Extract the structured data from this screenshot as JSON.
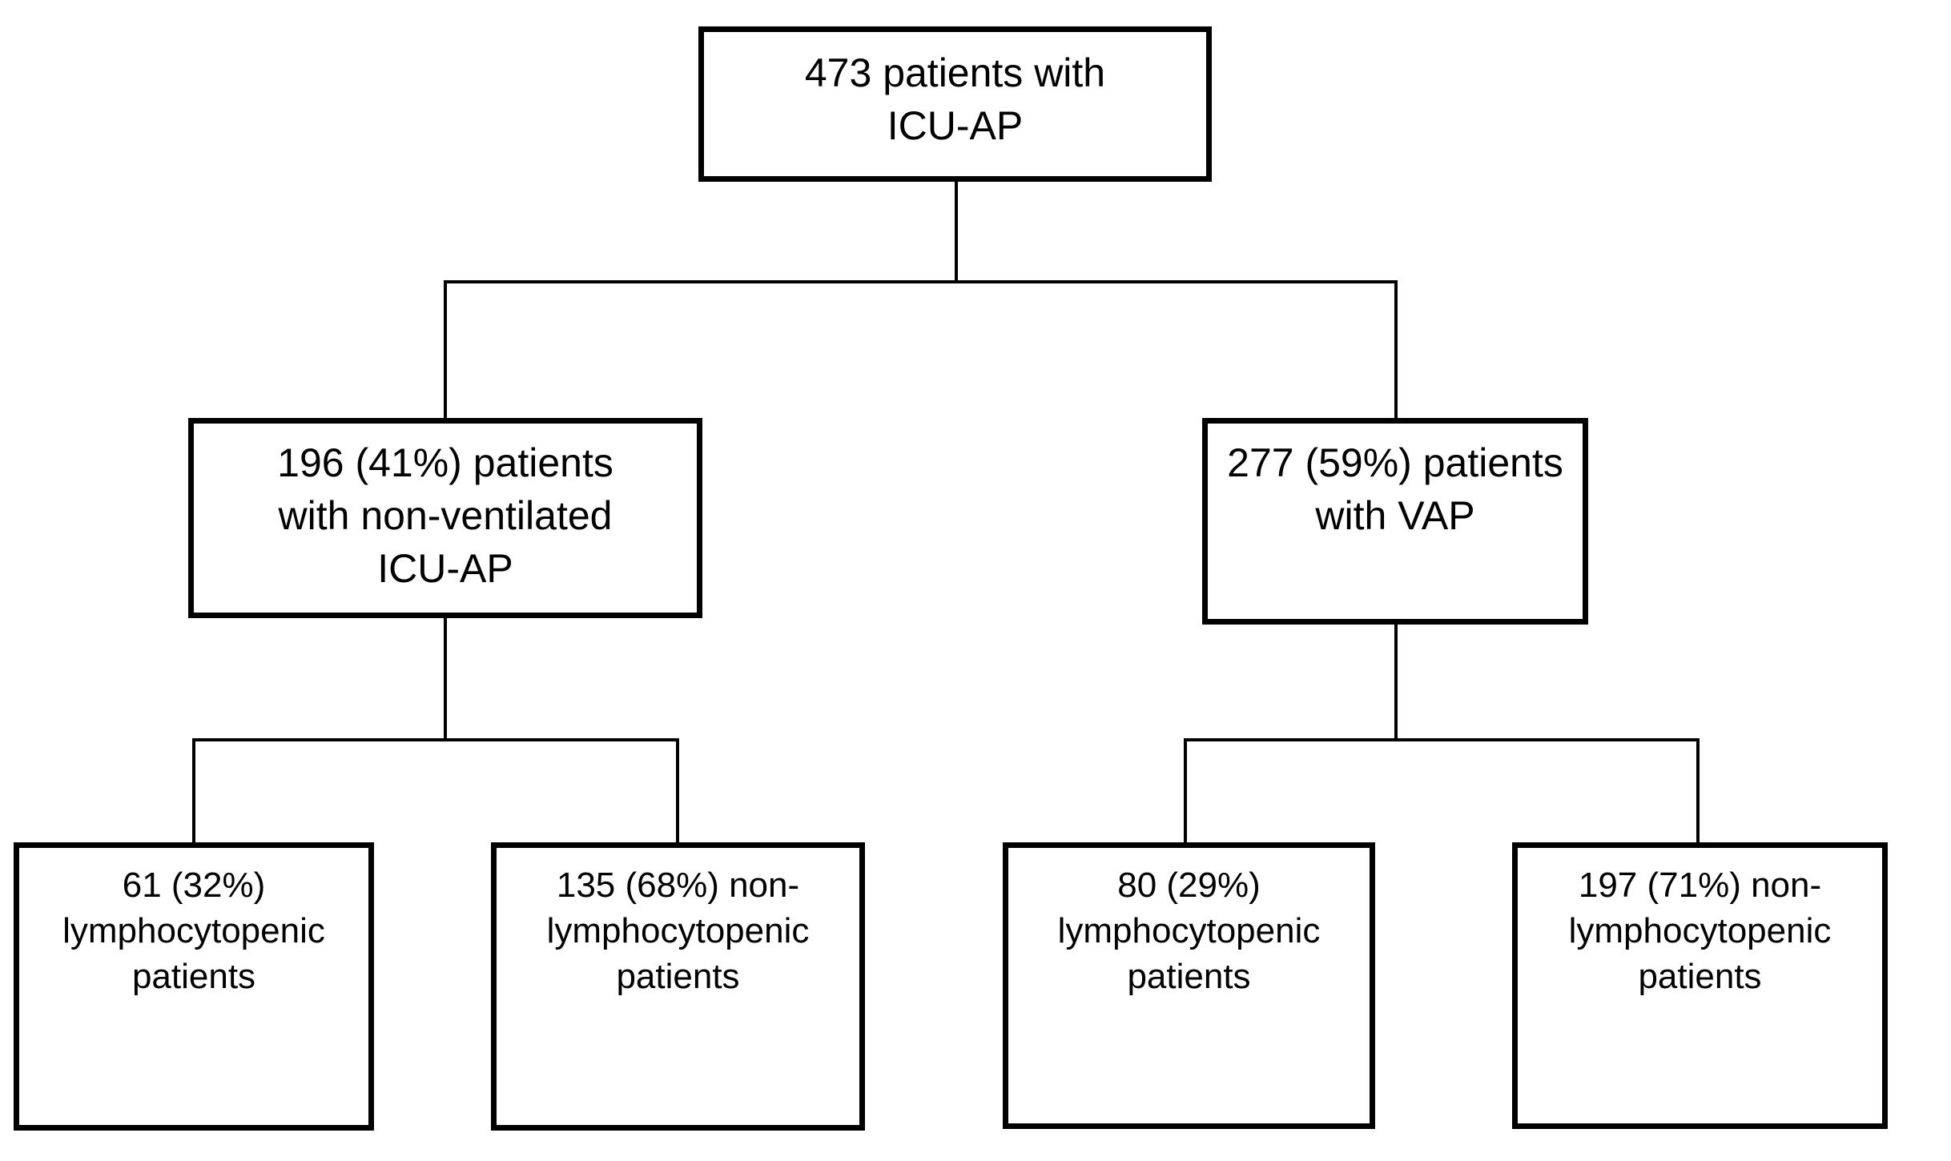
{
  "diagram": {
    "title": "473 patients with ICU-AP cohort flow diagram",
    "type": "flowchart",
    "background_color": "#ffffff",
    "stroke_color": "#000000",
    "text_color": "#000000"
  },
  "nodes": {
    "root": {
      "id": "root",
      "count": 473,
      "lines": [
        "473 patients with",
        "ICU-AP"
      ],
      "line1": "473 patients with",
      "line2": "ICU-AP",
      "line3": ""
    },
    "non_ventilated": {
      "id": "non-ventilated-icu-ap",
      "count": 196,
      "percent": "41%",
      "lines": [
        "196 (41%) patients",
        "with non-ventilated",
        "ICU-AP"
      ],
      "line1": "196 (41%) patients",
      "line2": "with non-ventilated",
      "line3": "ICU-AP"
    },
    "vap": {
      "id": "vap",
      "count": 277,
      "percent": "59%",
      "lines": [
        "277 (59%) patients",
        "with VAP"
      ],
      "line1": "277 (59%) patients",
      "line2": "with VAP",
      "line3": ""
    },
    "nv_lympho": {
      "id": "non-ventilated-lymphocytopenic",
      "count": 61,
      "percent": "32%",
      "lines": [
        "61 (32%)",
        "lymphocytopenic",
        "patients"
      ],
      "line1": "61 (32%)",
      "line2": "lymphocytopenic",
      "line3": "patients"
    },
    "nv_non_lympho": {
      "id": "non-ventilated-non-lymphocytopenic",
      "count": 135,
      "percent": "68%",
      "lines": [
        "135 (68%) non-",
        "lymphocytopenic",
        "patients"
      ],
      "line1": "135 (68%) non-",
      "line2": "lymphocytopenic",
      "line3": "patients"
    },
    "vap_lympho": {
      "id": "vap-lymphocytopenic",
      "count": 80,
      "percent": "29%",
      "lines": [
        "80 (29%)",
        "lymphocytopenic",
        "patients"
      ],
      "line1": "80 (29%)",
      "line2": "lymphocytopenic",
      "line3": "patients"
    },
    "vap_non_lympho": {
      "id": "vap-non-lymphocytopenic",
      "count": 197,
      "percent": "71%",
      "lines": [
        "197 (71%) non-",
        "lymphocytopenic",
        "patients"
      ],
      "line1": "197 (71%) non-",
      "line2": "lymphocytopenic",
      "line3": "patients"
    }
  },
  "edges": [
    {
      "from": "root",
      "to": "non_ventilated"
    },
    {
      "from": "root",
      "to": "vap"
    },
    {
      "from": "non_ventilated",
      "to": "nv_lympho"
    },
    {
      "from": "non_ventilated",
      "to": "nv_non_lympho"
    },
    {
      "from": "vap",
      "to": "vap_lympho"
    },
    {
      "from": "vap",
      "to": "vap_non_lympho"
    }
  ]
}
